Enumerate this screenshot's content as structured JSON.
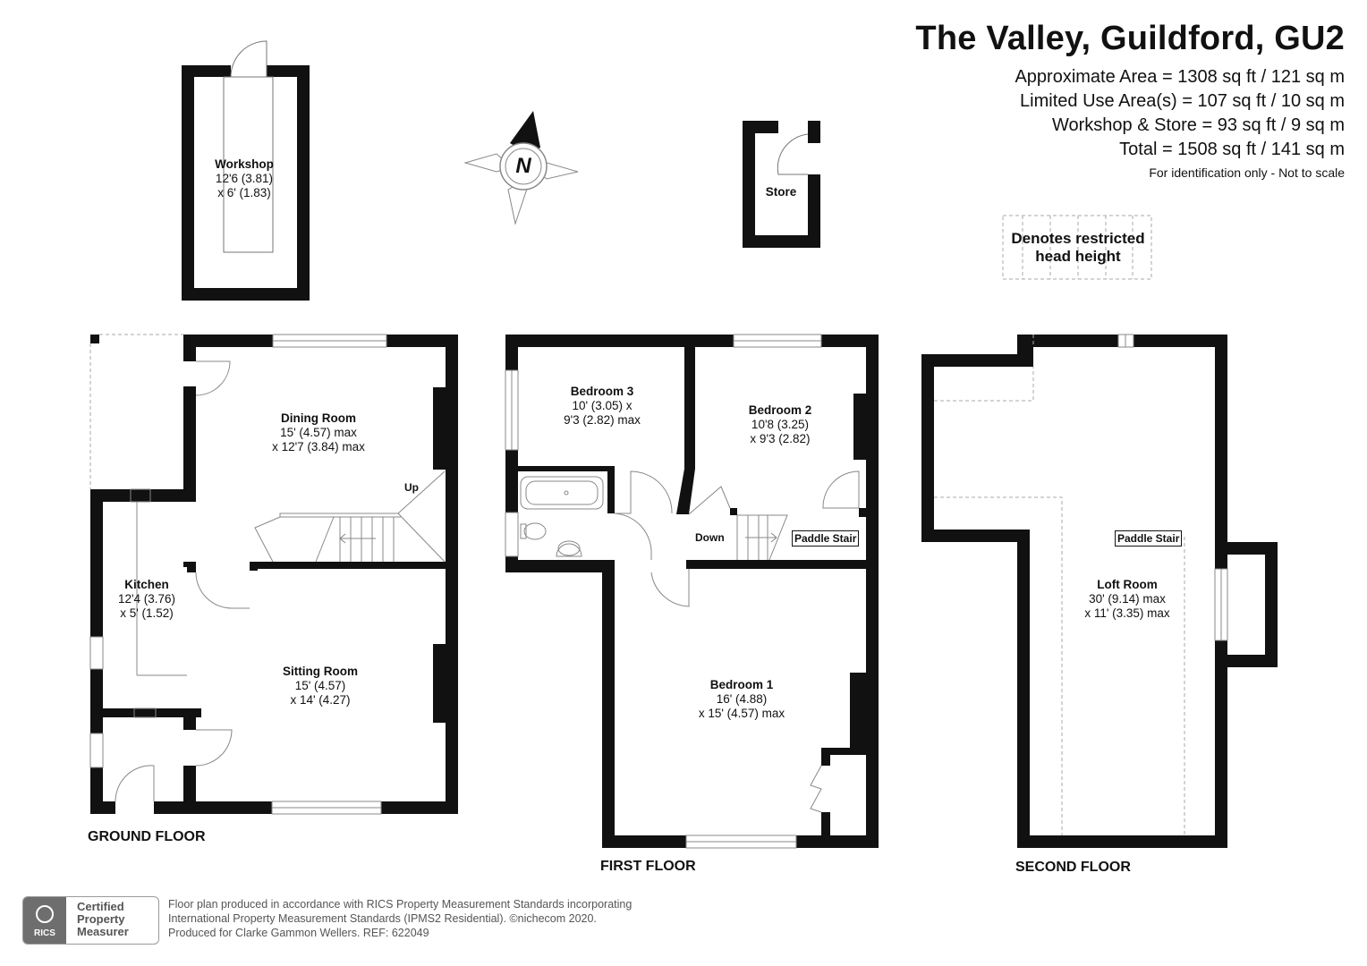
{
  "header": {
    "title": "The Valley, Guildford, GU2",
    "areas": [
      "Approximate Area = 1308 sq ft / 121 sq m",
      "Limited Use Area(s) = 107 sq ft / 10 sq m",
      "Workshop & Store = 93 sq ft / 9 sq m",
      "Total = 1508 sq ft / 141 sq m"
    ],
    "scale_note": "For identification only - Not to scale"
  },
  "legend": {
    "line1": "Denotes restricted",
    "line2": "head height"
  },
  "compass": {
    "label": "N"
  },
  "rooms": {
    "workshop": {
      "name": "Workshop",
      "dim1": "12'6 (3.81)",
      "dim2": "x 6' (1.83)"
    },
    "store": {
      "name": "Store"
    },
    "dining": {
      "name": "Dining Room",
      "dim1": "15' (4.57) max",
      "dim2": "x 12'7 (3.84) max"
    },
    "kitchen": {
      "name": "Kitchen",
      "dim1": "12'4 (3.76)",
      "dim2": "x 5' (1.52)"
    },
    "sitting": {
      "name": "Sitting Room",
      "dim1": "15' (4.57)",
      "dim2": "x 14' (4.27)"
    },
    "bedroom3": {
      "name": "Bedroom 3",
      "dim1": "10' (3.05) x",
      "dim2": "9'3 (2.82) max"
    },
    "bedroom2": {
      "name": "Bedroom 2",
      "dim1": "10'8 (3.25)",
      "dim2": "x 9'3 (2.82)"
    },
    "bedroom1": {
      "name": "Bedroom 1",
      "dim1": "16' (4.88)",
      "dim2": "x 15' (4.57) max"
    },
    "loft": {
      "name": "Loft Room",
      "dim1": "30' (9.14) max",
      "dim2": "x 11' (3.35) max"
    }
  },
  "stairs": {
    "up": "Up",
    "down": "Down",
    "paddle1": "Paddle Stair",
    "paddle2": "Paddle Stair"
  },
  "floors": {
    "ground": "GROUND FLOOR",
    "first": "FIRST FLOOR",
    "second": "SECOND FLOOR"
  },
  "footer": {
    "line1": "Floor plan produced in accordance with RICS Property Measurement Standards incorporating",
    "line2": "International Property Measurement Standards (IPMS2 Residential).  ©nichecom 2020.",
    "line3": "Produced for Clarke Gammon Wellers.    REF:  622049"
  },
  "badge": {
    "logo_text": "RICS",
    "line1": "Certified",
    "line2": "Property",
    "line3": "Measurer"
  }
}
